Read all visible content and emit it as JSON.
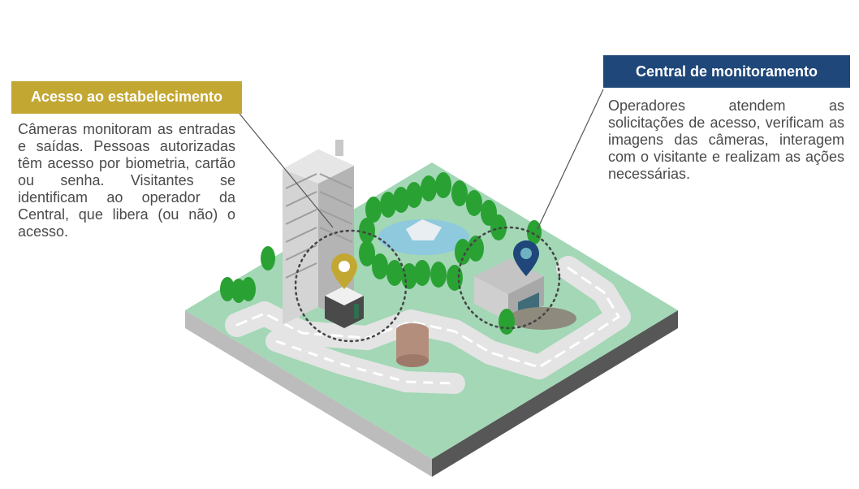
{
  "colors": {
    "gold": "#c3a733",
    "navy": "#1f4779",
    "grass": "#a3d7b6",
    "road": "#e4e4e4",
    "base_side_left": "#bcbcbc",
    "base_side_right": "#575757"
  },
  "left_panel": {
    "title": "Acesso ao estabelecimento",
    "text": "Câmeras monitoram as entradas e saídas. Pessoas autorizadas têm acesso por biometria, cartão ou senha. Visitantes se identificam ao operador da Central, que libera (ou não) o acesso."
  },
  "right_panel": {
    "title": "Central de monitoramento",
    "text": "Operadores atendem as solicitações de acesso, verificam as imagens das câmeras, interagem com o visitante e realizam as ações necessárias."
  },
  "icons": {
    "access_pin": "map-pin-icon",
    "central_pin": "map-pin-icon"
  }
}
